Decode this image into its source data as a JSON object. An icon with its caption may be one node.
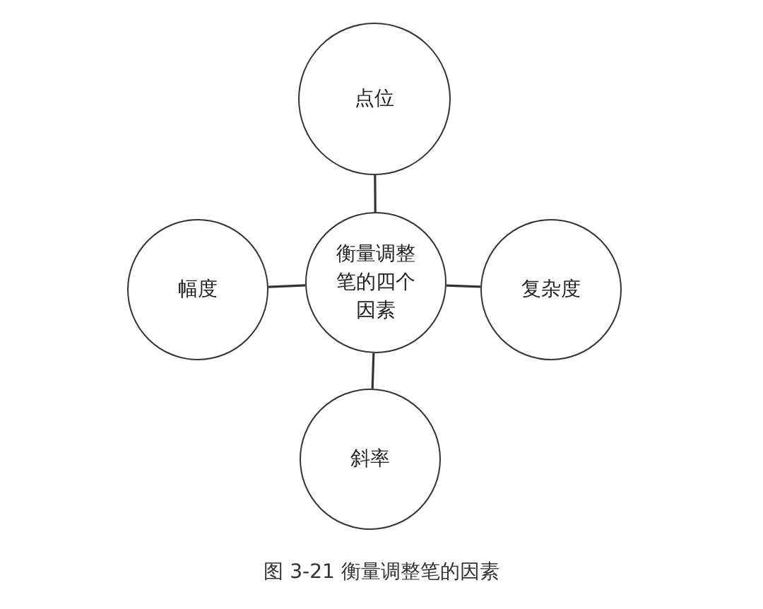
{
  "diagram": {
    "caption": "图 3-21 衡量调整笔的因素",
    "nodes": [
      {
        "text": [
          "点位"
        ]
      },
      {
        "text": [
          "幅度"
        ]
      },
      {
        "text": [
          "衡量调整笔的四个因素"
        ]
      },
      {
        "text": [
          "复杂度"
        ]
      },
      {
        "text": [
          "斜率"
        ]
      }
    ],
    "edges": [
      {
        "from": 2,
        "to": 0,
        "arrow": "none"
      },
      {
        "from": 2,
        "to": 1,
        "arrow": "none"
      },
      {
        "from": 2,
        "to": 3,
        "arrow": "none"
      },
      {
        "from": 2,
        "to": 4,
        "arrow": "none"
      }
    ]
  }
}
